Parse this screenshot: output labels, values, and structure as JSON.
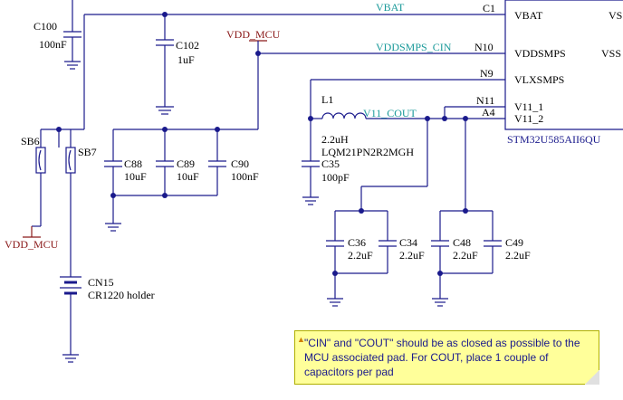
{
  "nets": {
    "vbat": "VBAT",
    "vddsmps_cin": "VDDSMPS_CIN",
    "v11_cout": "V11_COUT",
    "vdd_mcu": "VDD_MCU"
  },
  "mcu": {
    "part": "STM32U585AII6QU",
    "pins": [
      {
        "num": "C1",
        "name": "VBAT"
      },
      {
        "num": "N10",
        "name": "VDDSMPS"
      },
      {
        "num": "N9",
        "name": "VLXSMPS"
      },
      {
        "num": "N11",
        "name": "V11_1"
      },
      {
        "num": "A4",
        "name": "V11_2"
      }
    ],
    "pin_right_partial_1": "VS",
    "pin_right_partial_2": "VSS"
  },
  "components": {
    "c100": {
      "ref": "C100",
      "value": "100nF"
    },
    "c102": {
      "ref": "C102",
      "value": "1uF"
    },
    "c88": {
      "ref": "C88",
      "value": "10uF"
    },
    "c89": {
      "ref": "C89",
      "value": "10uF"
    },
    "c90": {
      "ref": "C90",
      "value": "100nF"
    },
    "l1": {
      "ref": "L1",
      "value": "2.2uH",
      "part": "LQM21PN2R2MGH"
    },
    "c35": {
      "ref": "C35",
      "value": "100pF"
    },
    "c36": {
      "ref": "C36",
      "value": "2.2uF"
    },
    "c34": {
      "ref": "C34",
      "value": "2.2uF"
    },
    "c48": {
      "ref": "C48",
      "value": "2.2uF"
    },
    "c49": {
      "ref": "C49",
      "value": "2.2uF"
    },
    "sb6": {
      "ref": "SB6"
    },
    "sb7": {
      "ref": "SB7"
    },
    "cn15": {
      "ref": "CN15",
      "value": "CR1220 holder"
    }
  },
  "note": {
    "text": "\"CIN\" and \"COUT\" should be as closed as possible to the MCU associated pad. For COUT, place 1 couple of capacitors per pad"
  }
}
